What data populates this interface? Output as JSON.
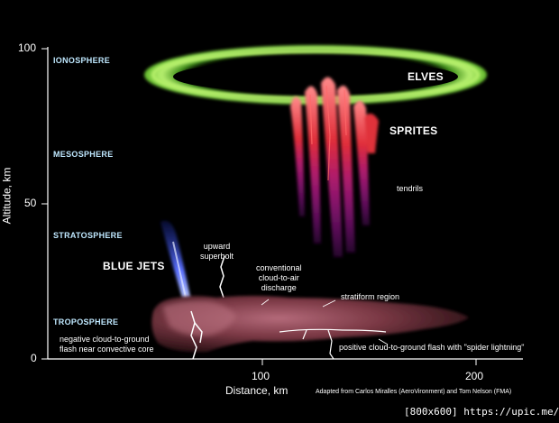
{
  "axes": {
    "y_label": "Altitude, km",
    "x_label": "Distance, km",
    "y_ticks": [
      "100",
      "50",
      "0"
    ],
    "x_ticks": [
      "100",
      "200"
    ]
  },
  "layers": {
    "ionosphere": "IONOSPHERE",
    "mesosphere": "MESOSPHERE",
    "stratosphere": "STRATOSPHERE",
    "troposphere": "TROPOSPHERE"
  },
  "phenomena": {
    "elves": "ELVES",
    "sprites": "SPRITES",
    "tendrils": "tendrils",
    "blue_jets": "BLUE JETS",
    "upward_superbolt": [
      "upward",
      "superbolt"
    ],
    "conventional_discharge": [
      "conventional",
      "cloud-to-air",
      "discharge"
    ],
    "stratiform_region": "stratiform region",
    "negative_flash": [
      "negative cloud-to-ground",
      "flash near convective core"
    ],
    "positive_flash": "positive cloud-to-ground flash with \"spider lightning\""
  },
  "credit": "Adapted from Carlos Miralles (AeroVironment) and Tom Nelson (FMA)",
  "watermark": "[800x600] https://upic.me/",
  "colors": {
    "background": "#000000",
    "elves_green": "#7dd83a",
    "sprite_red": "#e23a3a",
    "sprite_purple": "#c01ad8",
    "blue_jet": "#3a5cff",
    "cloud": "#7a3a44",
    "layer_label": "#bfe8ff"
  }
}
